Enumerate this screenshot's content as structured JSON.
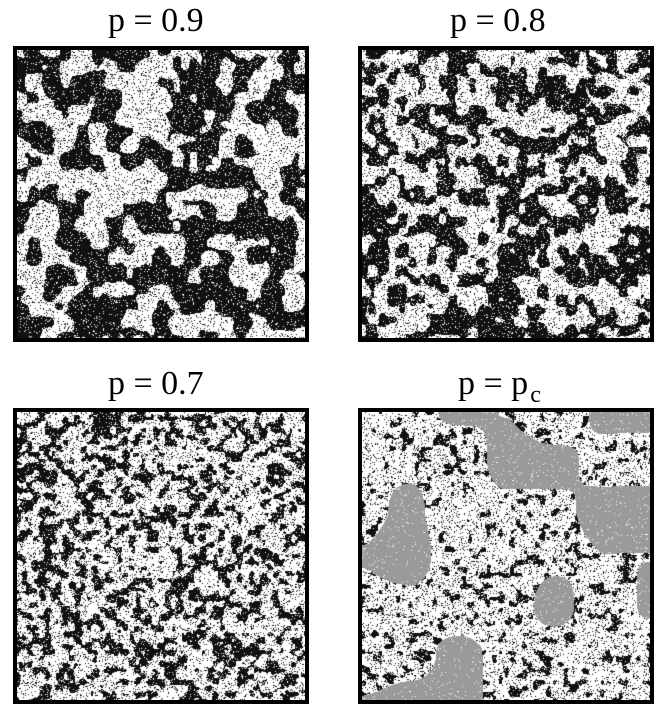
{
  "panels": [
    {
      "id": "p09",
      "title": "p = 0.9",
      "has_subscript": false,
      "density": 0.5,
      "pattern": "coarse",
      "gray_regions": false
    },
    {
      "id": "p08",
      "title": "p = 0.8",
      "has_subscript": false,
      "density": 0.5,
      "pattern": "medium",
      "gray_regions": false
    },
    {
      "id": "p07",
      "title": "p = 0.7",
      "has_subscript": false,
      "density": 0.45,
      "pattern": "fine",
      "gray_regions": false
    },
    {
      "id": "ppc",
      "title_main": "p = p",
      "title_sub": "c",
      "has_subscript": true,
      "density": 0.35,
      "pattern": "fine",
      "gray_regions": true
    }
  ],
  "colors": {
    "black": "#111111",
    "white": "#ffffff",
    "gray": "#9a9a9a",
    "border": "#000000"
  }
}
